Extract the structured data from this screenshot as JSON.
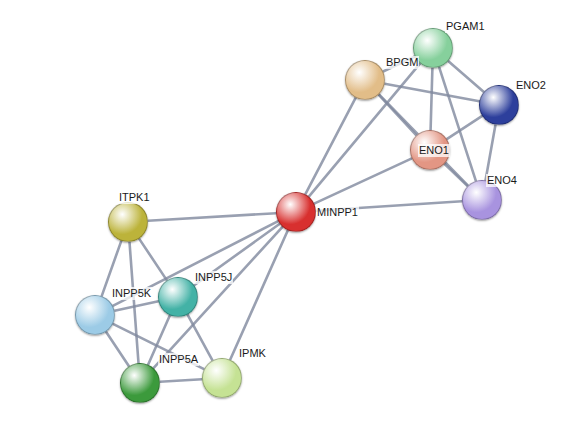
{
  "diagram": {
    "nodes": [
      {
        "text": [
          "PGAM1"
        ]
      },
      {
        "text": [
          "BPGM"
        ]
      },
      {
        "text": [
          "ENO2"
        ]
      },
      {
        "text": [
          "ENO1"
        ]
      },
      {
        "text": [
          "ENO4"
        ]
      },
      {
        "text": [
          "MINPP1"
        ]
      },
      {
        "text": [
          "ITPK1"
        ]
      },
      {
        "text": [
          "INPP5J"
        ]
      },
      {
        "text": [
          "INPP5K"
        ]
      },
      {
        "text": [
          "IPMK"
        ]
      },
      {
        "text": [
          "INPP5A"
        ]
      }
    ],
    "edges": [
      {
        "from": 0,
        "to": 1,
        "arrow": "none"
      },
      {
        "from": 0,
        "to": 2,
        "arrow": "none"
      },
      {
        "from": 0,
        "to": 3,
        "arrow": "none"
      },
      {
        "from": 0,
        "to": 4,
        "arrow": "none"
      },
      {
        "from": 1,
        "to": 2,
        "arrow": "none"
      },
      {
        "from": 1,
        "to": 3,
        "arrow": "none"
      },
      {
        "from": 1,
        "to": 4,
        "arrow": "none"
      },
      {
        "from": 2,
        "to": 3,
        "arrow": "none"
      },
      {
        "from": 2,
        "to": 4,
        "arrow": "none"
      },
      {
        "from": 3,
        "to": 4,
        "arrow": "none"
      },
      {
        "from": 5,
        "to": 0,
        "arrow": "none"
      },
      {
        "from": 5,
        "to": 1,
        "arrow": "none"
      },
      {
        "from": 5,
        "to": 3,
        "arrow": "none"
      },
      {
        "from": 5,
        "to": 4,
        "arrow": "none"
      },
      {
        "from": 5,
        "to": 6,
        "arrow": "none"
      },
      {
        "from": 5,
        "to": 7,
        "arrow": "none"
      },
      {
        "from": 5,
        "to": 8,
        "arrow": "none"
      },
      {
        "from": 5,
        "to": 9,
        "arrow": "none"
      },
      {
        "from": 5,
        "to": 10,
        "arrow": "none"
      },
      {
        "from": 6,
        "to": 7,
        "arrow": "none"
      },
      {
        "from": 6,
        "to": 8,
        "arrow": "none"
      },
      {
        "from": 6,
        "to": 10,
        "arrow": "none"
      },
      {
        "from": 7,
        "to": 8,
        "arrow": "none"
      },
      {
        "from": 7,
        "to": 9,
        "arrow": "none"
      },
      {
        "from": 7,
        "to": 10,
        "arrow": "none"
      },
      {
        "from": 8,
        "to": 9,
        "arrow": "none"
      },
      {
        "from": 8,
        "to": 10,
        "arrow": "none"
      },
      {
        "from": 9,
        "to": 10,
        "arrow": "none"
      }
    ]
  }
}
